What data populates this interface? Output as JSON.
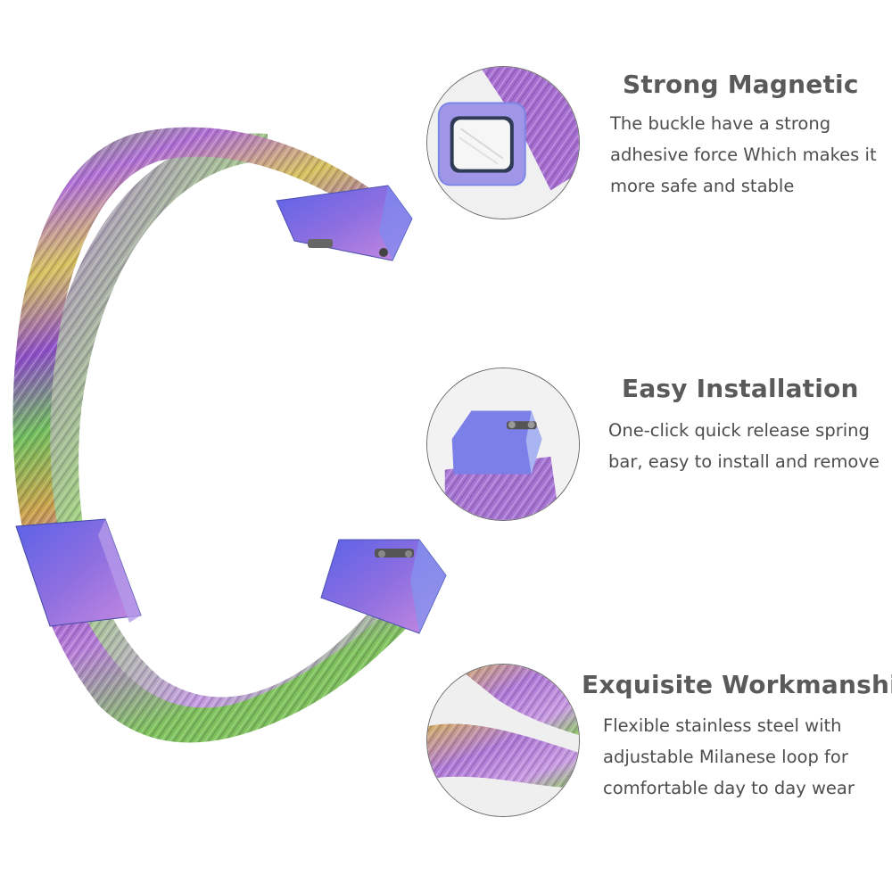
{
  "features": [
    {
      "title": "Strong Magnetic",
      "lines": [
        "The buckle have a strong",
        "adhesive force Which makes it",
        "more safe and stable"
      ],
      "image": "magnetic-buckle-closeup"
    },
    {
      "title": "Easy Installation",
      "lines": [
        "One-click quick release spring",
        "bar, easy to install and remove"
      ],
      "image": "quick-release-connector-closeup"
    },
    {
      "title": "Exquisite Workmanship",
      "lines": [
        "Flexible stainless steel with",
        "adjustable Milanese loop for",
        "comfortable day to day wear"
      ],
      "image": "milanese-mesh-closeup"
    }
  ],
  "colors": {
    "title": "#5a5a5a",
    "body": "#4d4d4d",
    "mesh_purple": "#9a55c9",
    "mesh_green": "#6fb84a",
    "mesh_gold": "#c9a24a",
    "buckle_blue": "#6f6ae6"
  }
}
